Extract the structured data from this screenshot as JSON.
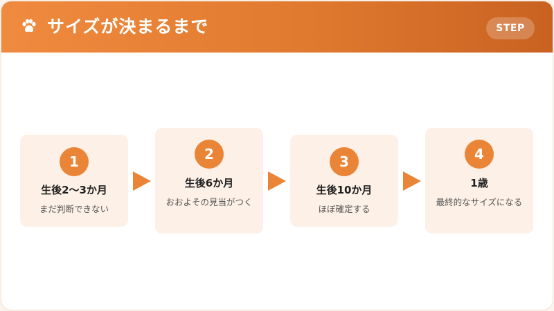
{
  "header": {
    "title": "サイズが決まるまで",
    "badge": "STEP",
    "icon": "paw-icon"
  },
  "steps": [
    {
      "number": "1",
      "stage": "生後2〜3か月",
      "description": "まだ判断できない"
    },
    {
      "number": "2",
      "stage": "生後6か月",
      "description": "おおよその見当がつく"
    },
    {
      "number": "3",
      "stage": "生後10か月",
      "description": "ほぼ確定する"
    },
    {
      "number": "4",
      "stage": "1歳",
      "description": "最終的なサイズになる"
    }
  ],
  "colors": {
    "accent": "#ea8537",
    "header_start": "#ef8a3f",
    "header_end": "#c96221",
    "box": "#fdf0e6"
  }
}
